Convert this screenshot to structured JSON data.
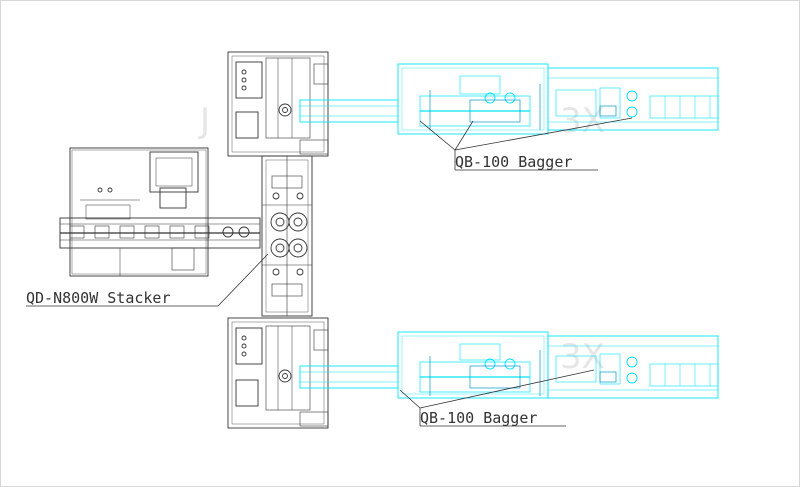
{
  "labels": {
    "bagger_top": "QB-100 Bagger",
    "bagger_bottom": "QB-100 Bagger",
    "stacker": "QD-N800W Stacker"
  },
  "watermarks": {
    "top_left": "J",
    "top_right": "3X",
    "bottom_right": "3X"
  },
  "colors": {
    "machine_line": "#333333",
    "bagger_line": "#00e5ff",
    "bagger_line_dark": "#0099cc",
    "watermark": "#e6e6e6"
  }
}
